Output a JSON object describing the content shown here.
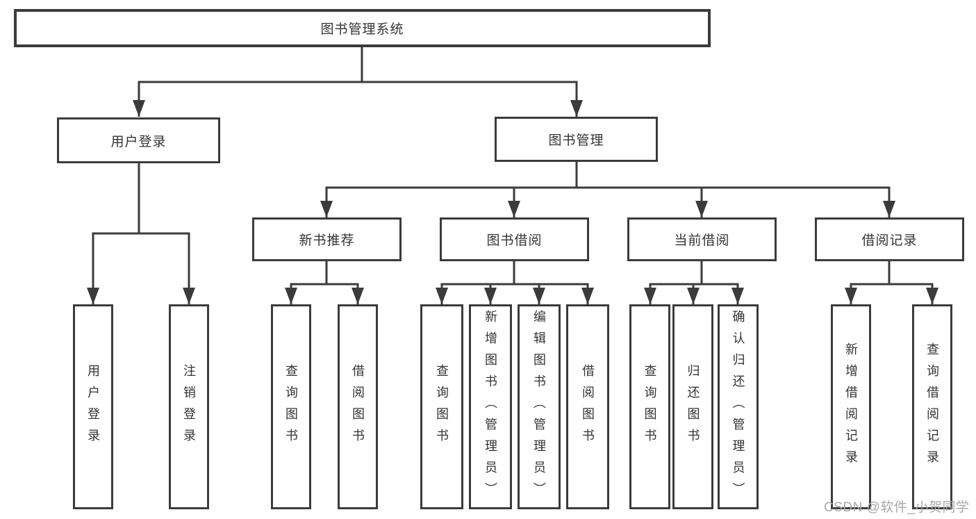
{
  "diagram": {
    "nodes": {
      "system": {
        "label": "图书管理系统"
      },
      "userLogin": {
        "label": "用户登录"
      },
      "bookMgmt": {
        "label": "图书管理"
      },
      "newBookRec": {
        "label": "新书推荐"
      },
      "bookBorrow": {
        "label": "图书借阅"
      },
      "currentBorrow": {
        "label": "当前借阅"
      },
      "borrowRecords": {
        "label": "借阅记录"
      },
      "leafUserLogin": {
        "label": "用户登录"
      },
      "leafLogout": {
        "label": "注销登录"
      },
      "leafQueryBook1": {
        "label": "查询图书"
      },
      "leafBorrowBook1": {
        "label": "借阅图书"
      },
      "leafQueryBook2": {
        "label": "查询图书"
      },
      "leafAddBook": {
        "label": "新增图书（管理员）"
      },
      "leafEditBook": {
        "label": "编辑图书（管理员）"
      },
      "leafBorrowBook2": {
        "label": "借阅图书"
      },
      "leafQueryBook3": {
        "label": "查询图书"
      },
      "leafReturnBook": {
        "label": "归还图书"
      },
      "leafConfirmReturn": {
        "label": "确认归还（管理员）"
      },
      "leafAddRecord": {
        "label": "新增借阅记录"
      },
      "leafQueryRecord": {
        "label": "查询借阅记录"
      }
    },
    "hierarchy": {
      "图书管理系统": {
        "用户登录": [
          "用户登录",
          "注销登录"
        ],
        "图书管理": {
          "新书推荐": [
            "查询图书",
            "借阅图书"
          ],
          "图书借阅": [
            "查询图书",
            "新增图书（管理员）",
            "编辑图书（管理员）",
            "借阅图书"
          ],
          "当前借阅": [
            "查询图书",
            "归还图书",
            "确认归还（管理员）"
          ],
          "借阅记录": [
            "新增借阅记录",
            "查询借阅记录"
          ]
        }
      }
    },
    "colors": {
      "line": "#3b3b3b",
      "text": "#333333",
      "background": "#ffffff",
      "watermark": "#a8a8a8"
    }
  },
  "watermark": {
    "text": "CSDN @软件_小贺同学"
  }
}
